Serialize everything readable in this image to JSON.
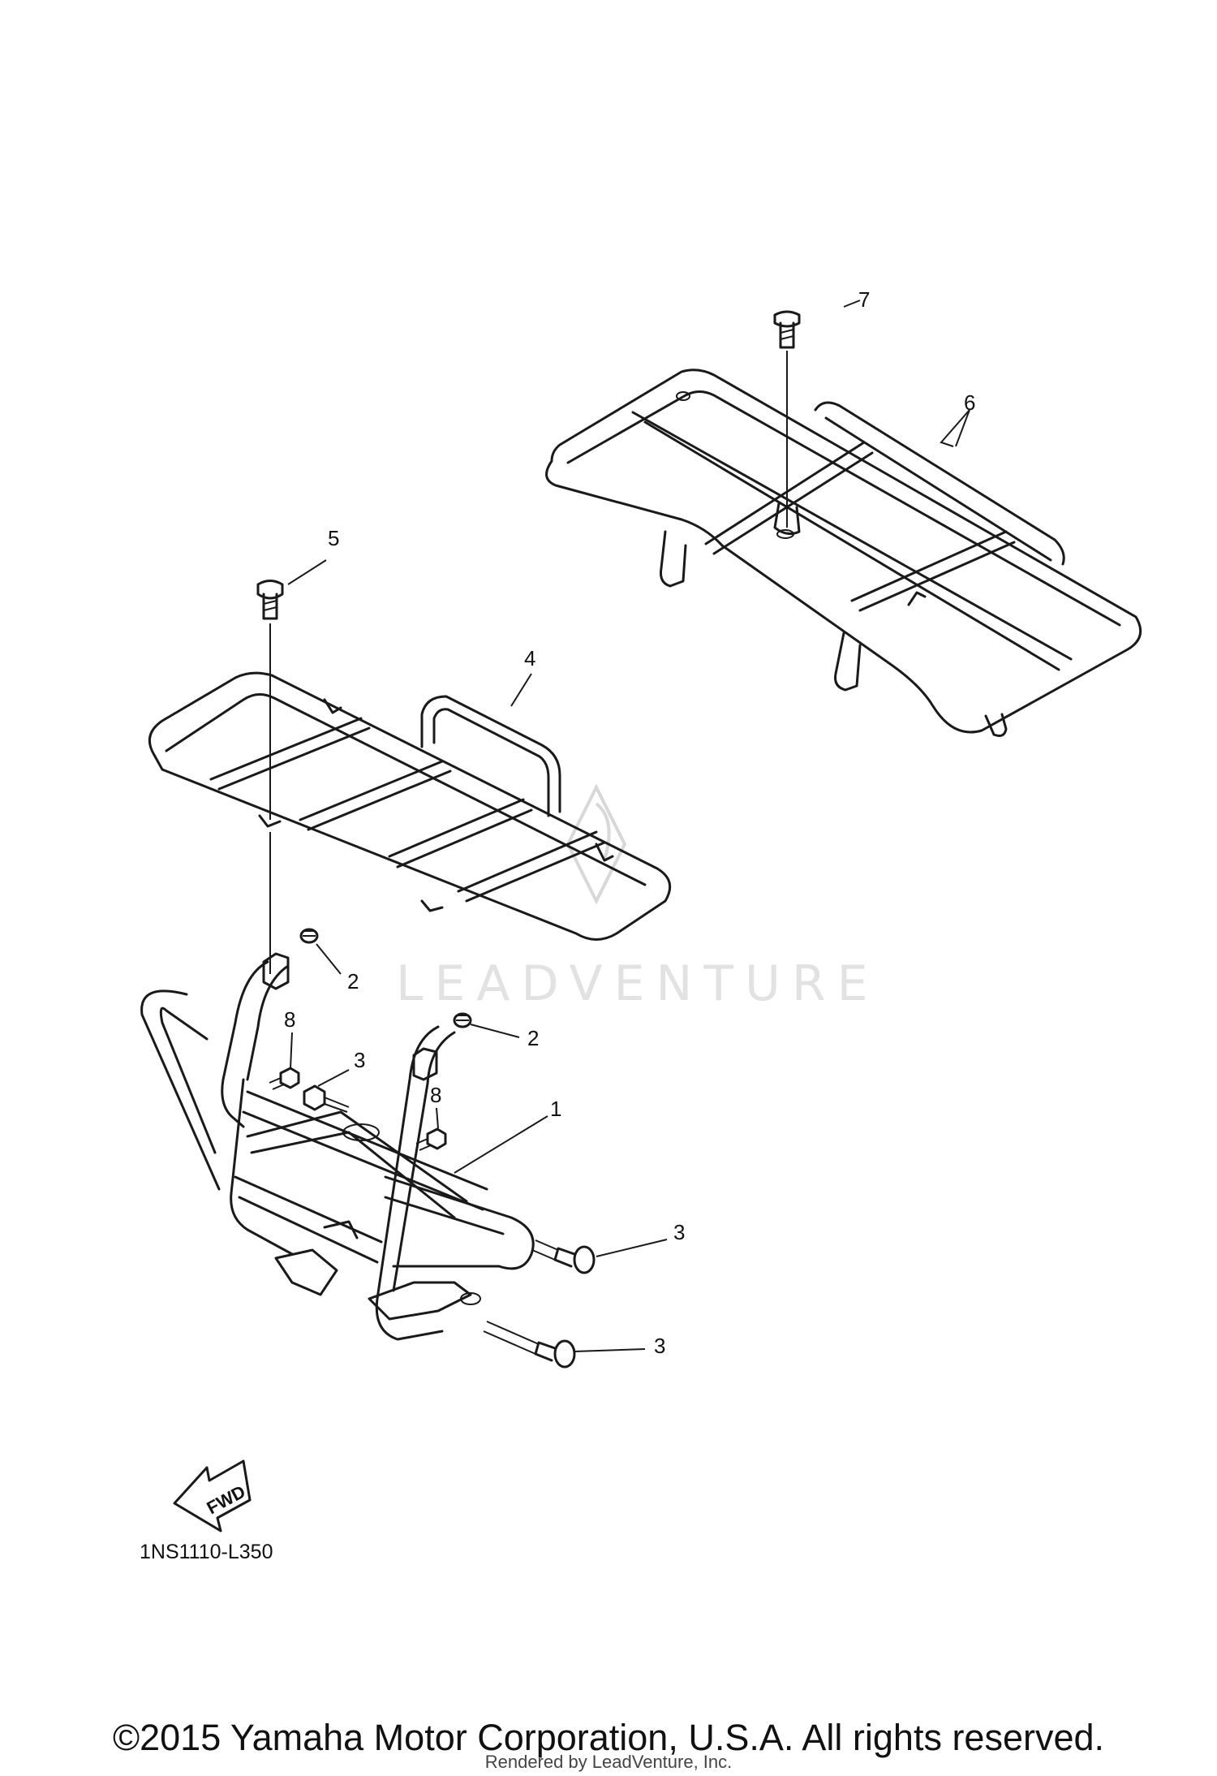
{
  "diagram": {
    "watermark": "LEADVENTURE",
    "callouts": {
      "c1": "1",
      "c2a": "2",
      "c2b": "2",
      "c3a": "3",
      "c3b": "3",
      "c3c": "3",
      "c4": "4",
      "c5": "5",
      "c6": "6",
      "c7": "7",
      "c8a": "8",
      "c8b": "8"
    },
    "fwd_label": "FWD",
    "code": "1NS1110-L350"
  },
  "footer": {
    "copyright": "©2015 Yamaha Motor Corporation, U.S.A. All rights reserved.",
    "rendered_by": "Rendered by LeadVenture, Inc."
  }
}
